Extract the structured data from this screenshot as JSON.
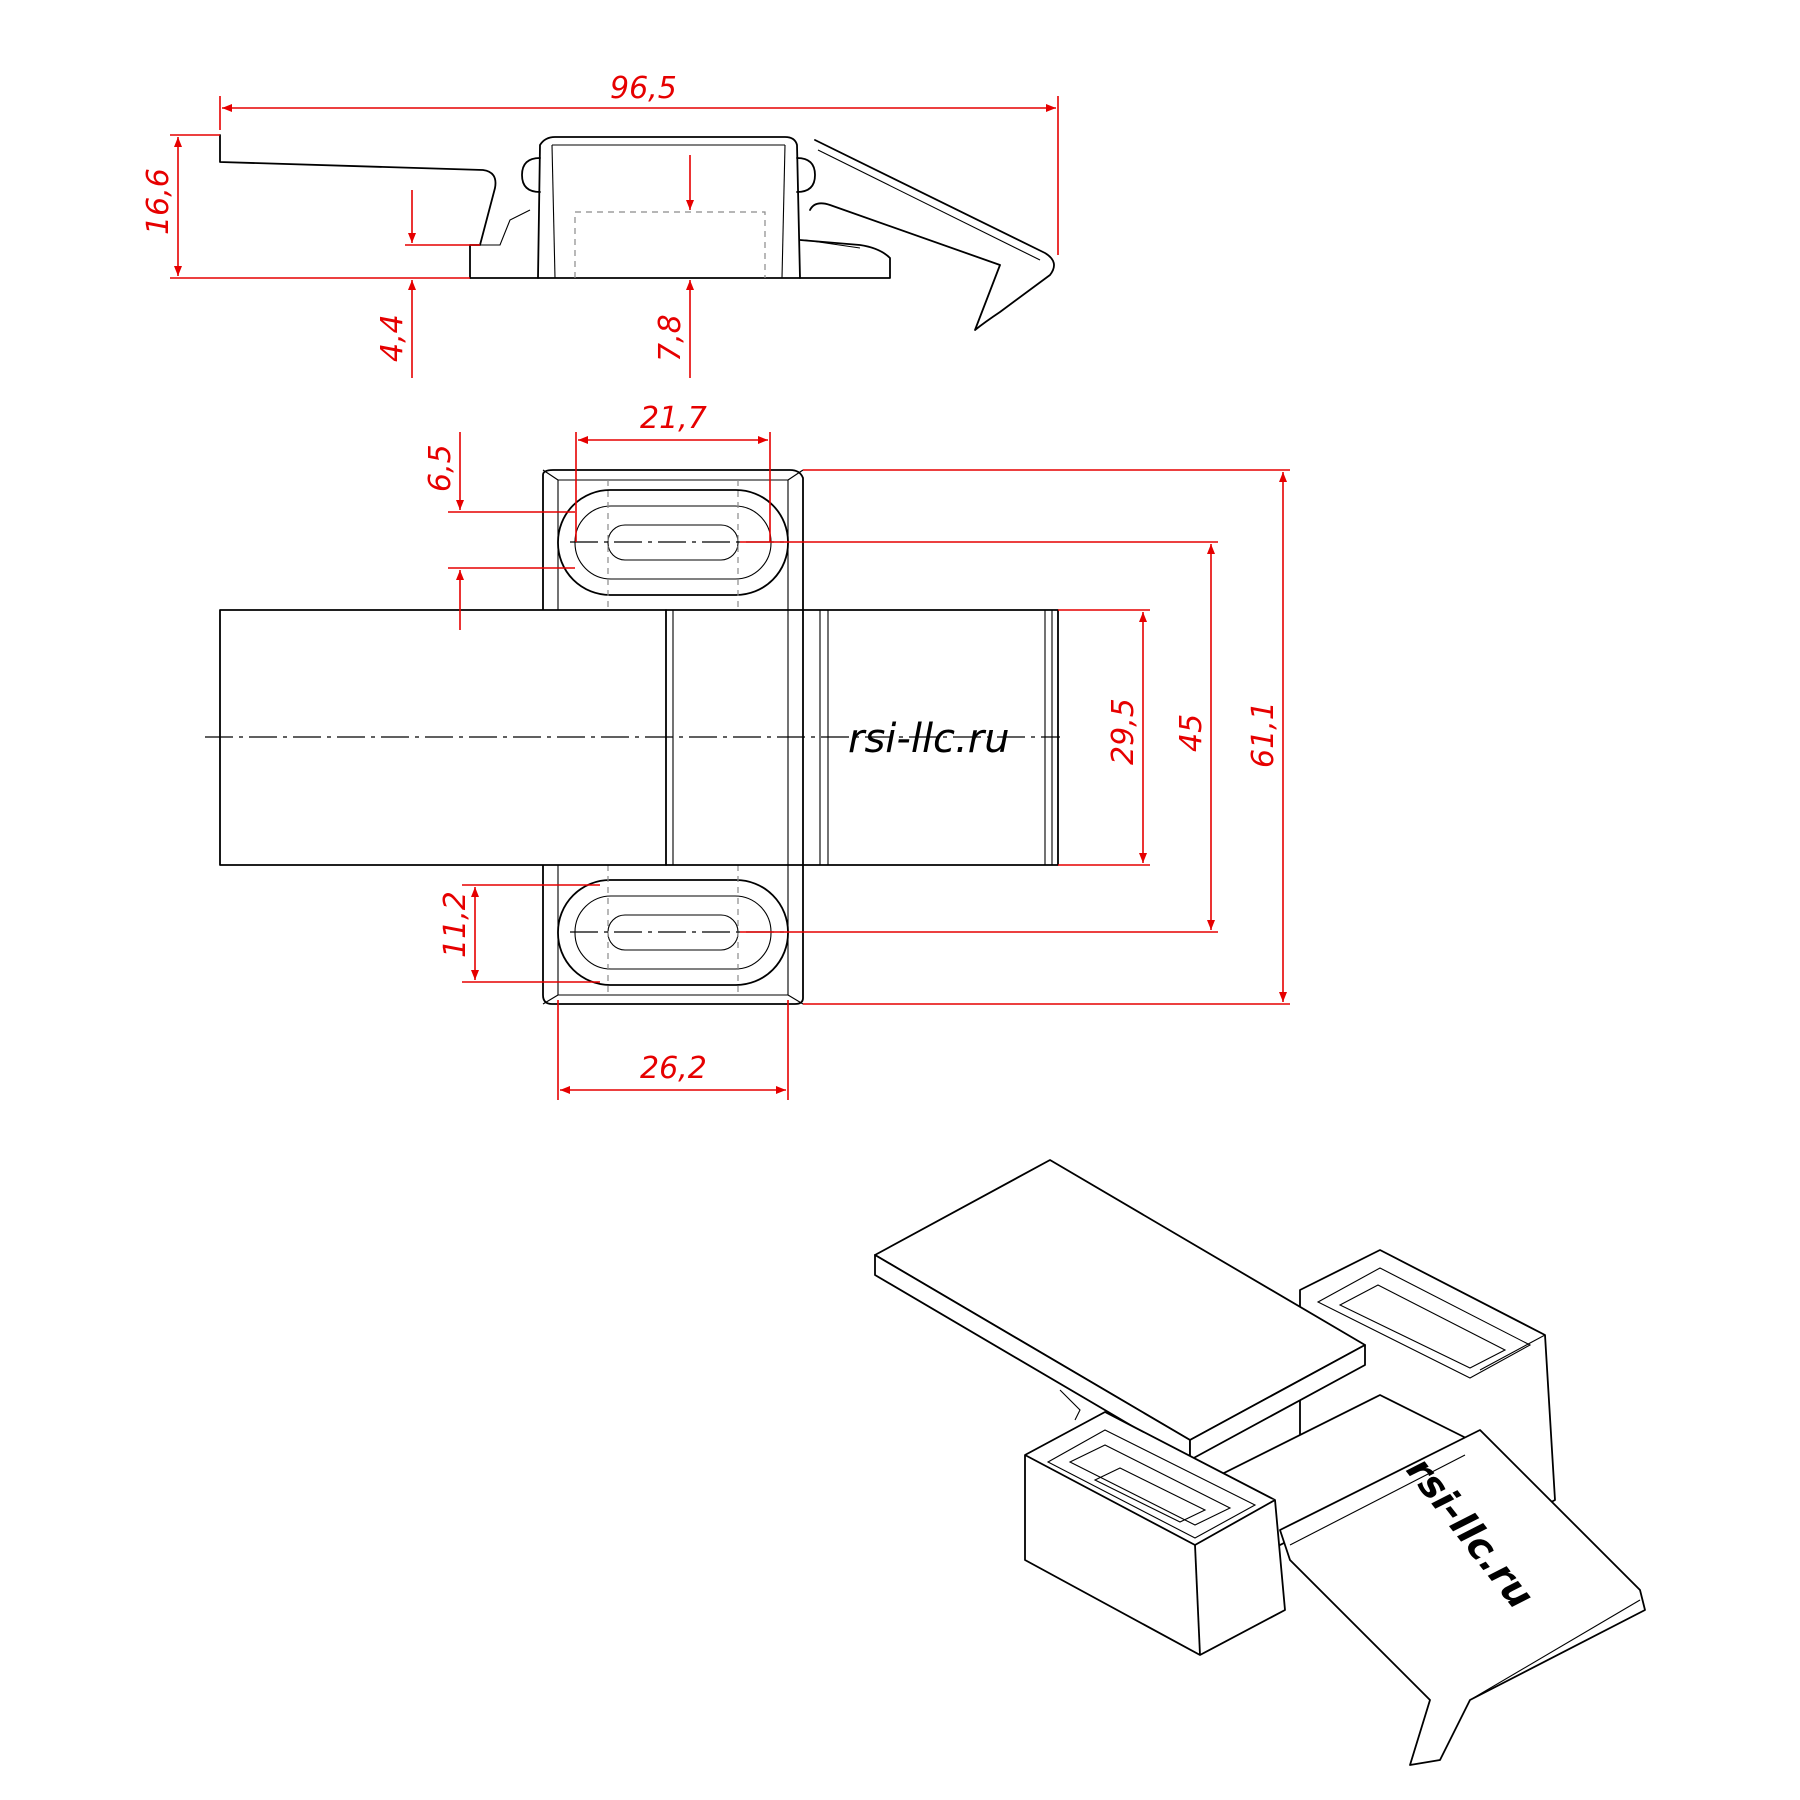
{
  "dimensions": {
    "overall_length": "96,5",
    "height": "16,6",
    "base_thickness": "4,4",
    "slot_depth": "7,8",
    "slot_length": "21,7",
    "slot_offset": "6,5",
    "strap_width": "29,5",
    "slot_spacing": "45",
    "overall_width": "61,1",
    "slot_width": "11,2",
    "base_length": "26,2"
  },
  "watermark": {
    "top_view": "rsi-llc.ru",
    "isometric": "rsi-llc.ru"
  },
  "colors": {
    "dimension": "#e60000",
    "outline": "#000000",
    "hidden": "#8a8a8a"
  }
}
